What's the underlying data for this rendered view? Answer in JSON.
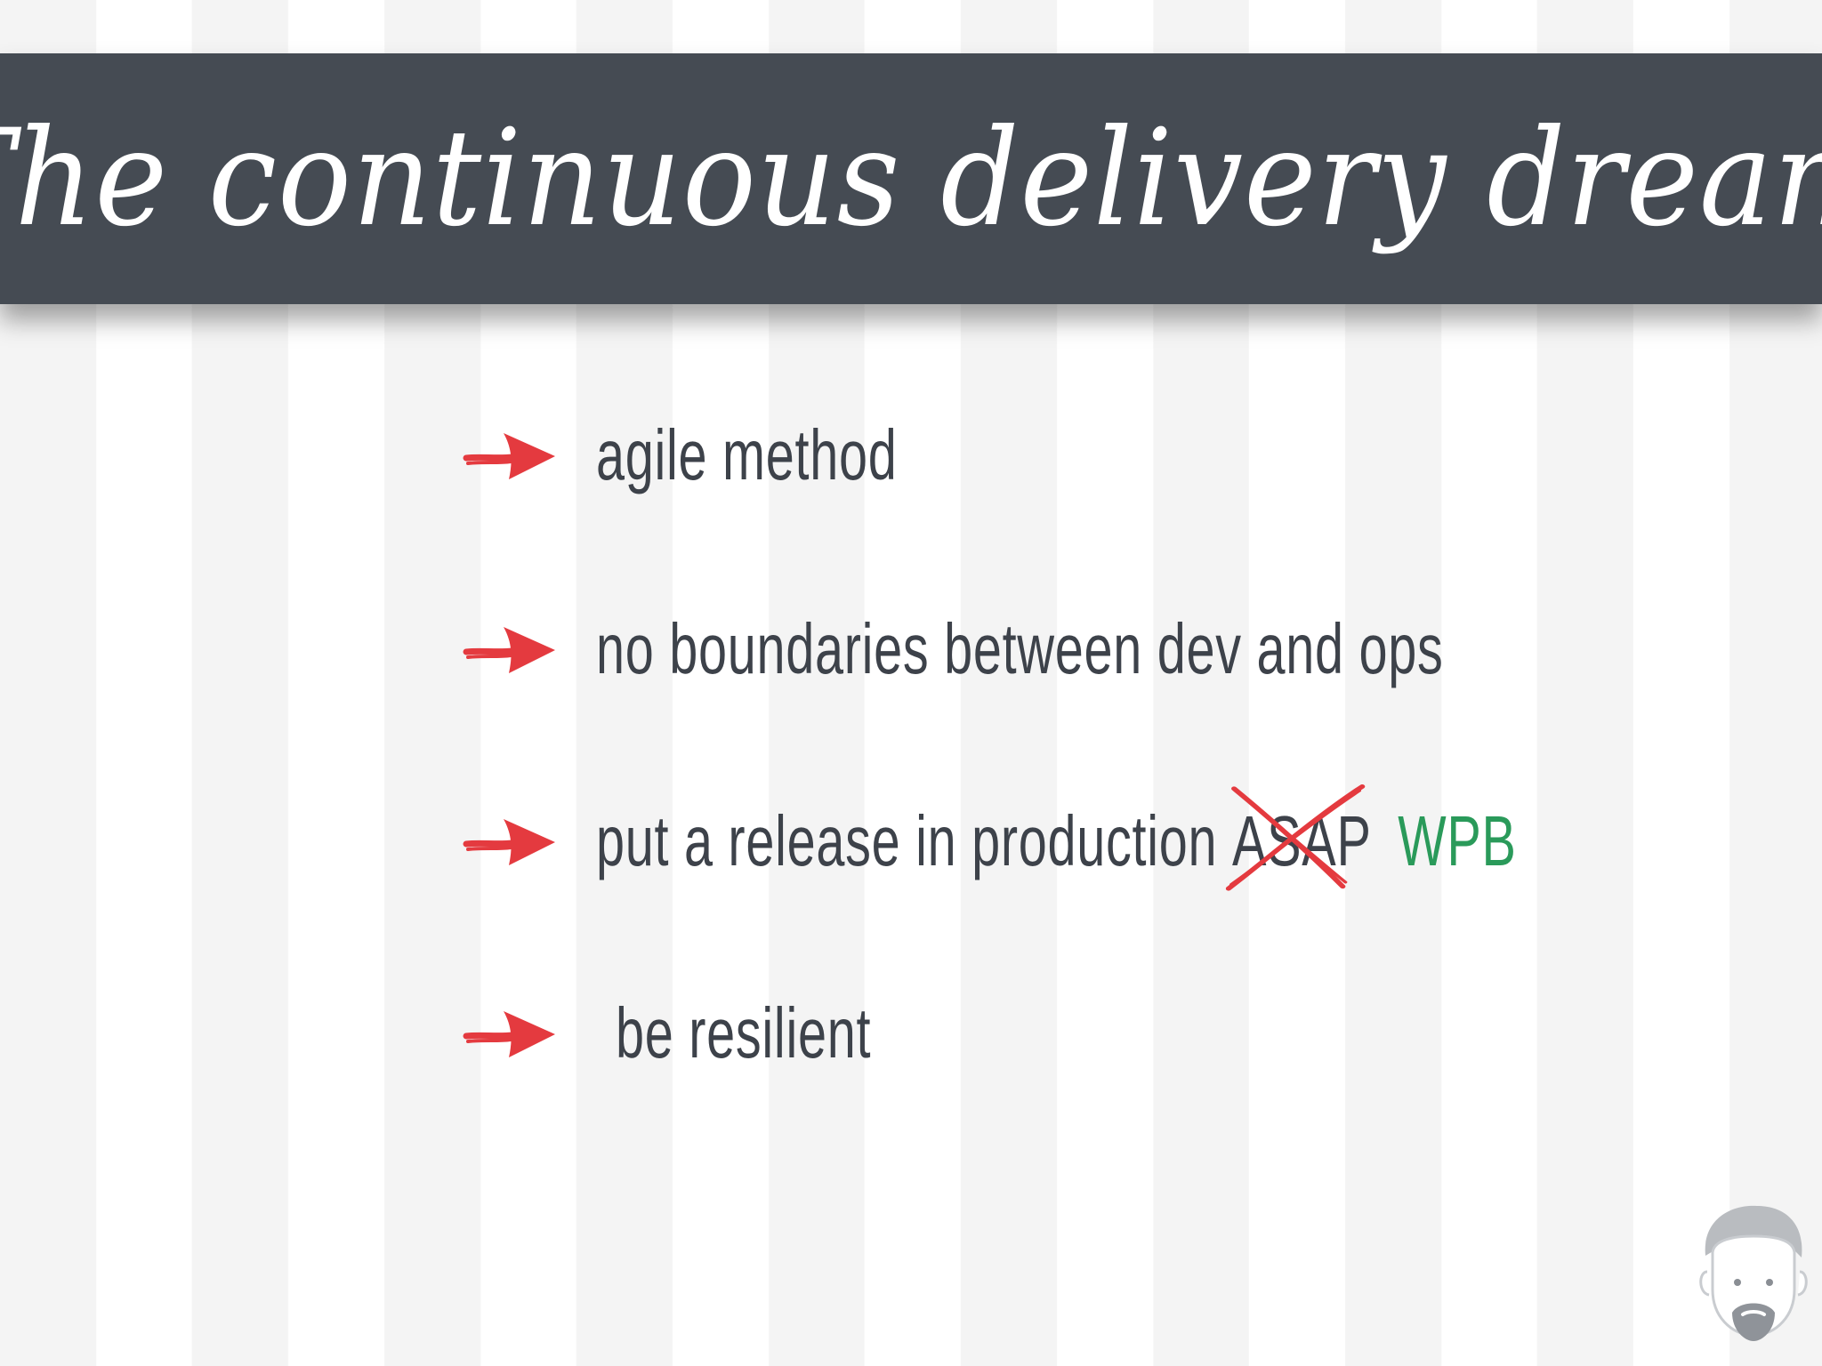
{
  "slide": {
    "title": "The continuous delivery dream",
    "bullets": [
      {
        "text": "agile method"
      },
      {
        "text": "no boundaries between dev and ops"
      },
      {
        "text_before": "put a release in production",
        "struck_text": "ASAP",
        "replacement_text": "WPB"
      },
      {
        "text": "be resilient"
      }
    ]
  },
  "icons": {
    "bullet": "red-hand-drawn-arrow-icon",
    "strike": "red-x-icon",
    "corner": "bearded-avatar-icon"
  },
  "colors": {
    "banner": "#454b53",
    "title_text": "#ffffff",
    "body_text": "#3d424a",
    "arrow": "#e43a3f",
    "replacement_text": "#2a9a5a",
    "stripe_light": "#ffffff",
    "stripe_dark": "#f4f4f4"
  }
}
